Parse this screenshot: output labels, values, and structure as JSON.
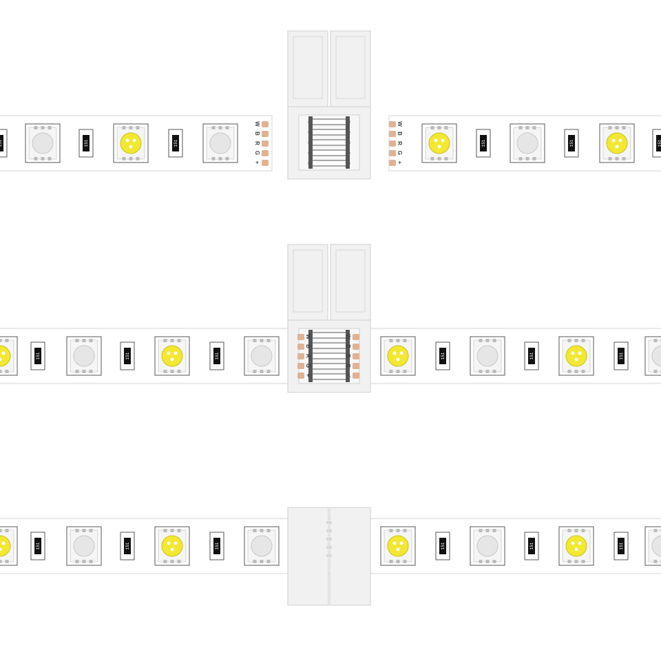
{
  "colors": {
    "background": "#ffffff",
    "strip": "#ffffff",
    "strip_edge": "#e2e2e2",
    "connector_body": "#f1f1f1",
    "connector_shade": "#d9d9d9",
    "copper_pad": "#e0b293",
    "led_yellow": "#f2e830",
    "led_rgb": "#e6e6e6",
    "resistor": "#111111"
  },
  "pad_labels": [
    "W",
    "B",
    "R",
    "G",
    "+"
  ],
  "resistor_code": "151",
  "icons": {
    "led_white": "smd5050-led-yellow-phosphor",
    "led_rgb": "smd5050-led-rgb",
    "resistor": "smd-resistor",
    "connector": "solderless-clip-connector"
  },
  "scenes": [
    {
      "name": "disconnected",
      "connector_state": "open"
    },
    {
      "name": "inserted",
      "connector_state": "open"
    },
    {
      "name": "locked",
      "connector_state": "closed"
    }
  ]
}
